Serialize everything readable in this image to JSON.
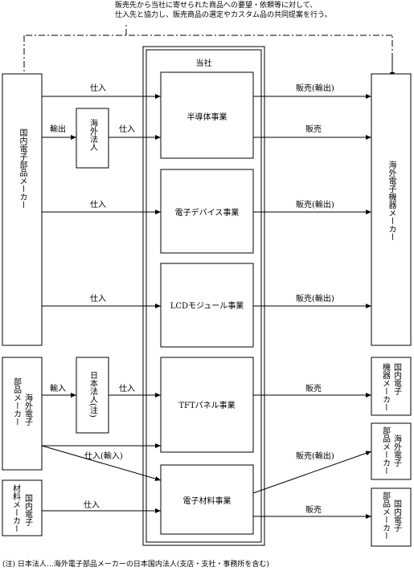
{
  "top_note": [
    "販売先から当社に寄せられた商品への要望・依頼等に対して、",
    "仕入先と協力し、販売商品の選定やカスタム品の共同提案を行う。"
  ],
  "company_title": "当社",
  "divisions": [
    "半導体事業",
    "電子デバイス事業",
    "LCDモジュール事業",
    "TFTパネル事業",
    "電子材料事業"
  ],
  "suppliers": {
    "domestic_parts_maker": "国内電子部品メーカー",
    "overseas_subsidiary": "海外法人",
    "overseas_parts_maker": [
      "海外電子",
      "部品メーカー"
    ],
    "japan_subsidiary": "日本法人(注)",
    "domestic_materials_maker": [
      "国内電子",
      "材料メーカー"
    ]
  },
  "customers": {
    "overseas_equipment_maker": "海外電子機器メーカー",
    "domestic_equipment_maker": [
      "国内電子",
      "機器メーカー"
    ],
    "overseas_parts_maker": [
      "海外電子",
      "部品メーカー"
    ],
    "domestic_parts_maker": [
      "国内電子",
      "部品メーカー"
    ]
  },
  "flow_labels": {
    "purchase": "仕入",
    "export": "輸出",
    "import": "輸入",
    "purchase_import": "仕入(輸入)",
    "sales": "販売",
    "sales_export": "販売(輸出)"
  },
  "footnote": "(注) 日本法人…海外電子部品メーカーの日本国内法人(支店・支社・事務所を含む)"
}
